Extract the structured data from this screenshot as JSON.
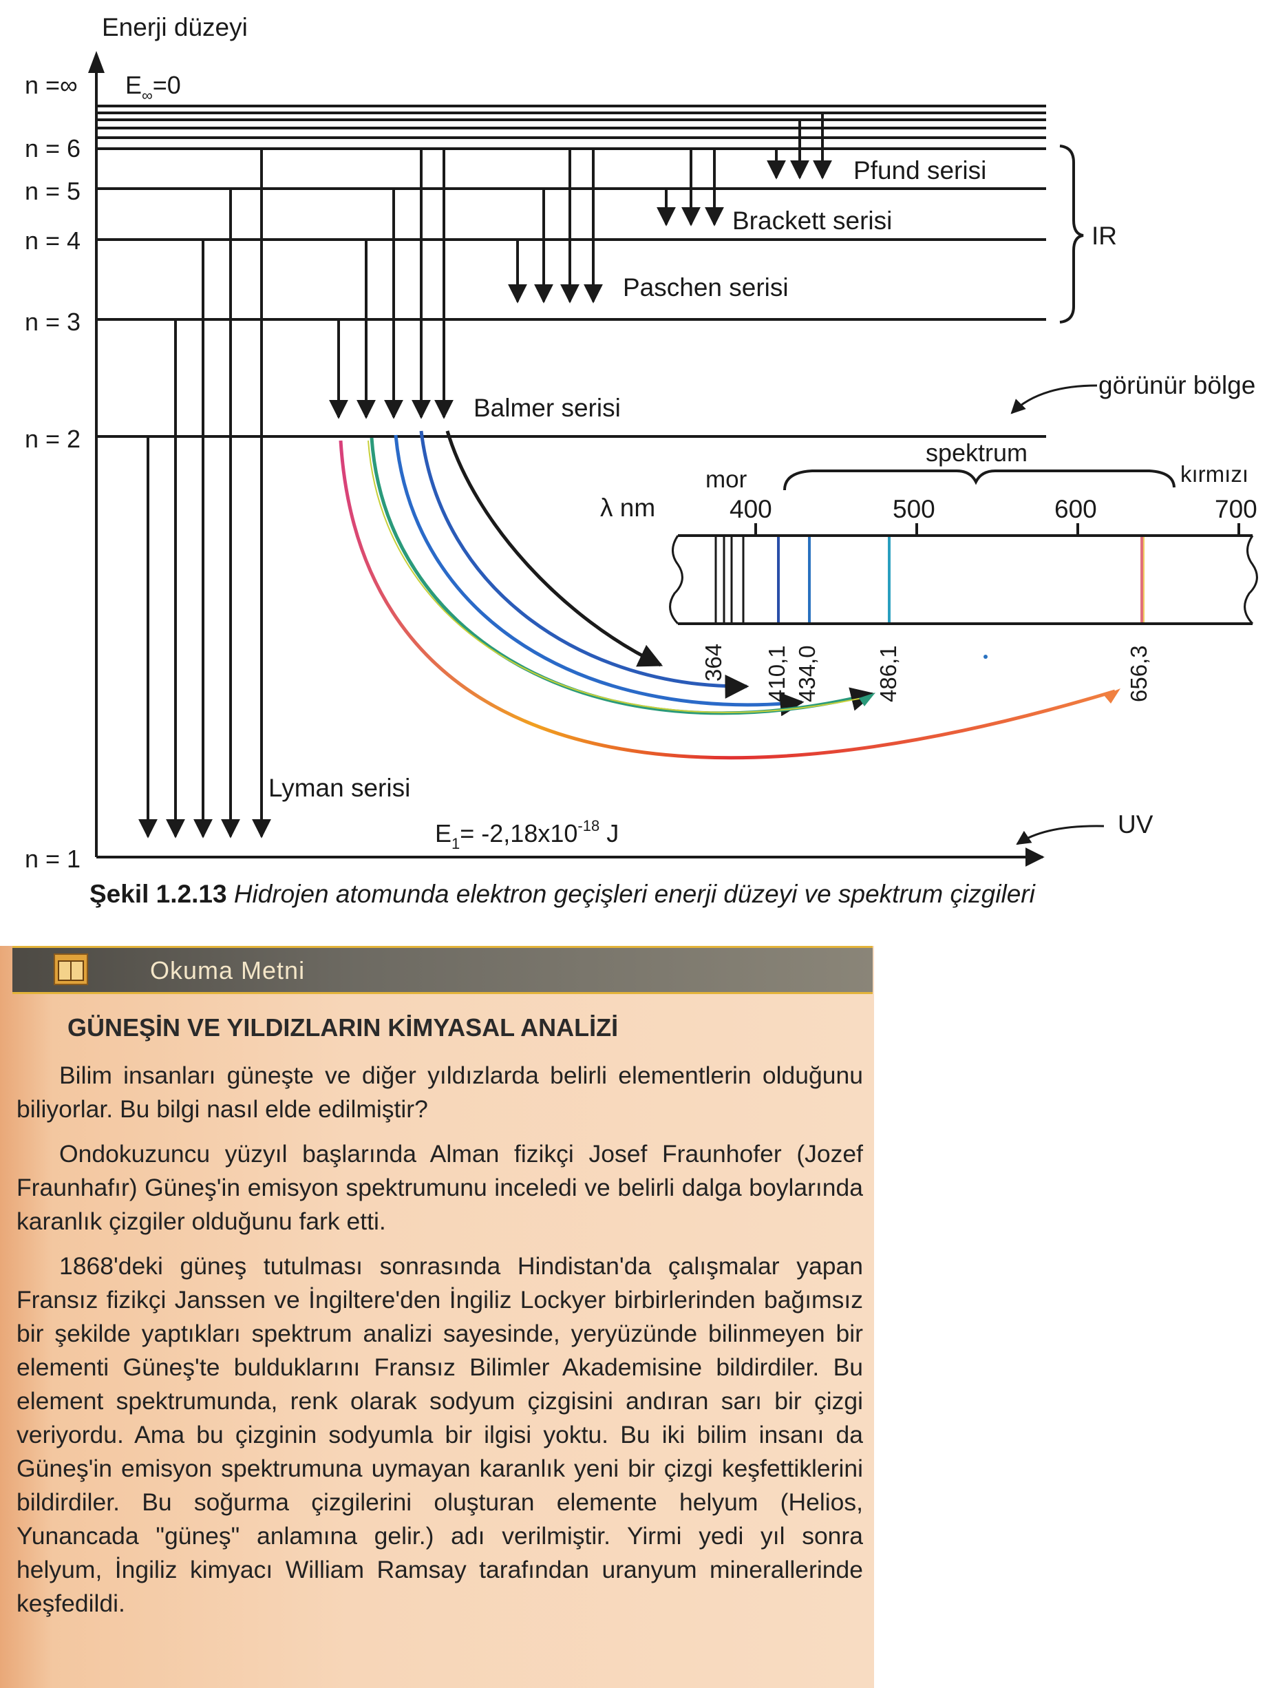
{
  "diagram": {
    "y_axis_label": "Enerji düzeyi",
    "levels": [
      {
        "label": "n =∞"
      },
      {
        "label": "n = 6"
      },
      {
        "label": "n = 5"
      },
      {
        "label": "n = 4"
      },
      {
        "label": "n = 3"
      },
      {
        "label": "n = 2"
      },
      {
        "label": "n = 1"
      }
    ],
    "e_inf_prefix": "E",
    "e_inf_sub": "∞",
    "e_inf_suffix": "=0",
    "e1_prefix": "E",
    "e1_sub": "1",
    "e1_value": "= -2,18x10",
    "e1_exp": "-18",
    "e1_unit": " J",
    "series": {
      "pfund": "Pfund serisi",
      "brackett": "Brackett serisi",
      "paschen": "Paschen serisi",
      "balmer": "Balmer serisi",
      "lyman": "Lyman serisi"
    },
    "ir_label": "IR",
    "uv_label": "UV",
    "visible_label": "görünür bölge",
    "spectrum_label": "spektrum",
    "violet_label": "mor",
    "red_label": "kırmızı",
    "lambda_label": "λ nm",
    "wavelength_ticks": [
      "400",
      "500",
      "600",
      "700"
    ],
    "line_labels": [
      "364",
      "410,1",
      "434,0",
      "486,1",
      "656,3"
    ],
    "line_colors": {
      "violet": "#2a4fa8",
      "blue": "#2a72c0",
      "cyan": "#2a9fbf",
      "red": "#e0707a"
    }
  },
  "caption": {
    "number": "Şekil 1.2.13",
    "text": " Hidrojen atomunda elektron geçişleri enerji düzeyi ve spektrum çizgileri"
  },
  "reading": {
    "label": "Okuma Metni",
    "title": "GÜNEŞİN VE YILDIZLARIN KİMYASAL ANALİZİ",
    "paragraphs": [
      "Bilim insanları güneşte ve diğer yıldızlarda belirli elementlerin olduğunu biliyorlar. Bu bilgi nasıl elde edilmiştir?",
      "Ondokuzuncu yüzyıl başlarında Alman fizikçi Josef Fraunhofer (Jozef Fraunhafır) Güneş'in emisyon spektrumunu inceledi ve belirli dalga boylarında karanlık çizgiler olduğunu fark etti.",
      "1868'deki güneş tutulması sonrasında Hindistan'da çalışmalar yapan Fransız fizikçi Janssen ve İngiltere'den İngiliz Lockyer birbirlerinden bağımsız bir şekilde yaptıkları spektrum analizi sayesinde, yeryüzünde bilinmeyen bir elementi Güneş'te bulduklarını Fransız Bilimler Akademisine bildirdiler. Bu element spektrumunda, renk olarak sodyum çizgisini andıran sarı bir çizgi veriyordu. Ama bu çizginin sodyumla bir ilgisi yoktu. Bu iki bilim insanı da Güneş'in emisyon spektrumuna uymayan karanlık yeni bir çizgi keşfettiklerini bildirdiler. Bu soğurma çizgilerini oluşturan elemente helyum (Helios, Yunancada \"güneş\" anlamına gelir.) adı verilmiştir. Yirmi yedi yıl sonra helyum, İngiliz kimyacı William Ramsay tarafından uranyum minerallerinde keşfedildi."
    ]
  }
}
